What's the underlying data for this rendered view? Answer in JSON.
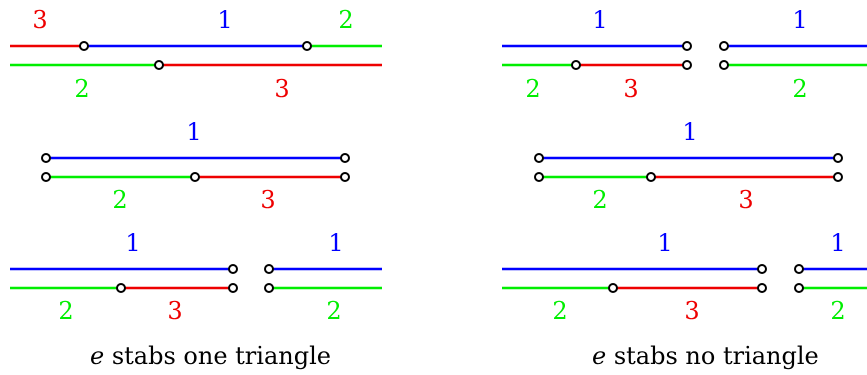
{
  "colors": {
    "blue": "#0000ff",
    "green": "#00ee00",
    "red": "#ee0000",
    "node": "#000000"
  },
  "labels": {
    "one": "1",
    "two": "2",
    "three": "3"
  },
  "captions": {
    "left_var": "e",
    "left_text": " stabs one triangle",
    "right_var": "e",
    "right_text": " stabs no triangle"
  }
}
